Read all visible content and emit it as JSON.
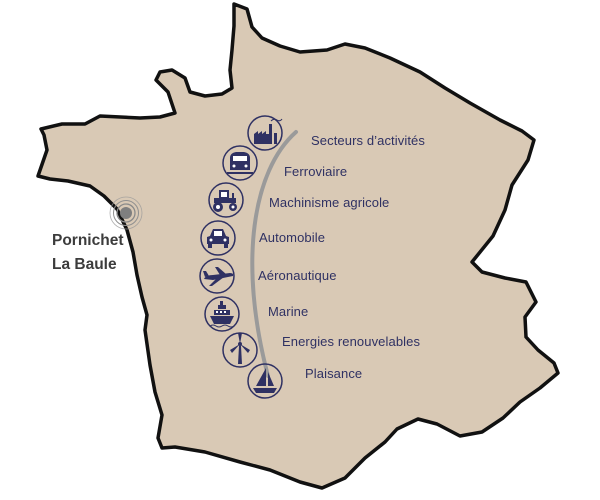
{
  "map": {
    "land_color": "#d9c9b5",
    "outline_color": "#111111",
    "accent_color": "#2f3163",
    "arc_color": "#9a9a9a"
  },
  "location": {
    "line1": "Pornichet",
    "line2": "La Baule"
  },
  "sectors": [
    {
      "label": "Secteurs d’activités",
      "icon": "factory-icon"
    },
    {
      "label": "Ferroviaire",
      "icon": "train-icon"
    },
    {
      "label": "Machinisme agricole",
      "icon": "tractor-icon"
    },
    {
      "label": "Automobile",
      "icon": "car-icon"
    },
    {
      "label": "Aéronautique",
      "icon": "airplane-icon"
    },
    {
      "label": "Marine",
      "icon": "ship-icon"
    },
    {
      "label": "Energies renouvelables",
      "icon": "wind-turbine-icon"
    },
    {
      "label": "Plaisance",
      "icon": "sailboat-icon"
    }
  ]
}
